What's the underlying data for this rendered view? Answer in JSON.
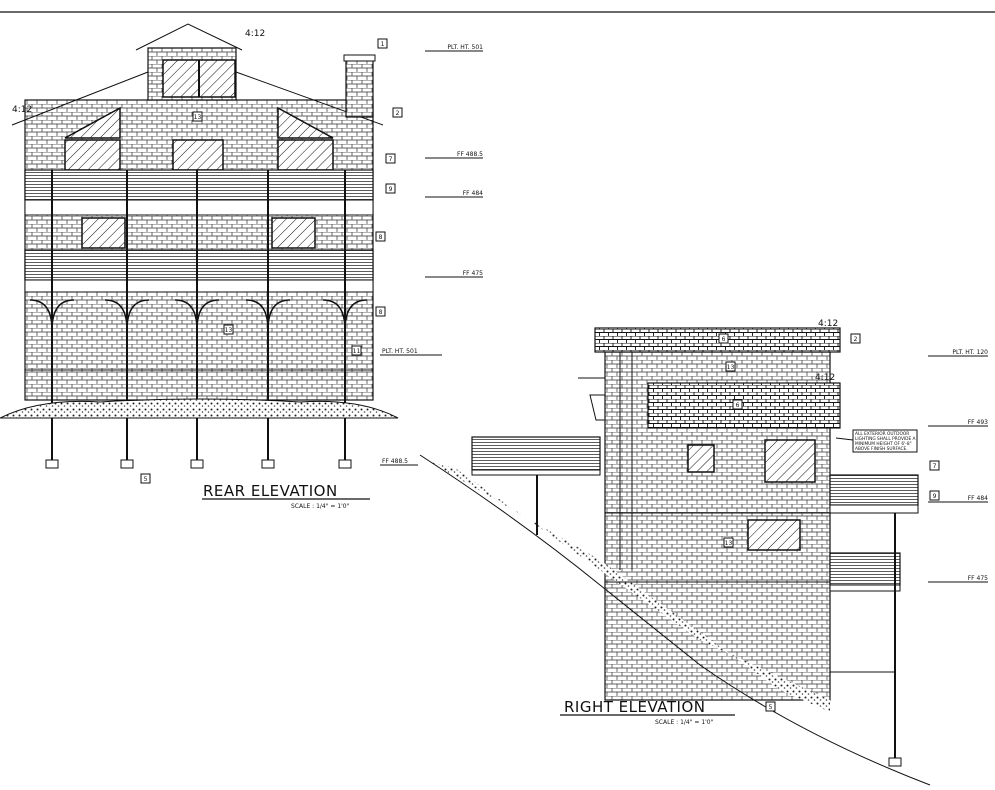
{
  "rear_elevation": {
    "title": "REAR ELEVATION",
    "scale": "SCALE : 1/4\" = 1'0\"",
    "roof_pitch_upper": "4:12",
    "roof_pitch_main": "4:12",
    "levels": [
      "PLT. HT. 501",
      "FF 488.5",
      "FF 484",
      "FF 475",
      "PLT. HT. 501"
    ],
    "callouts": [
      "1",
      "2",
      "7",
      "9",
      "8",
      "8",
      "11",
      "13",
      "13",
      "5"
    ]
  },
  "right_elevation": {
    "title": "RIGHT ELEVATION",
    "scale": "SCALE : 1/4\" = 1'0\"",
    "roof_pitch_upper": "4:12",
    "roof_pitch_lower": "4:12",
    "levels": [
      "PLT. HT. 120",
      "FF 493",
      "FF 484",
      "FF 475",
      "FF 488.5"
    ],
    "callouts": [
      "6",
      "2",
      "6",
      "13",
      "13",
      "7",
      "9",
      "5"
    ],
    "note": [
      "ALL EXTERIOR OUTDOOR",
      "LIGHTING SHALL PROVIDE A",
      "MINIMUM HEIGHT OF 6'-8\"",
      "ABOVE FINISH SURFACE."
    ]
  }
}
